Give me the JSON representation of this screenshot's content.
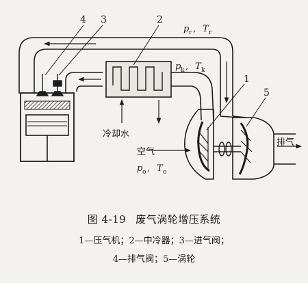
{
  "labels": {
    "num1": "1",
    "num2": "2",
    "num3": "3",
    "num4": "4",
    "num5": "5",
    "pr_var": "p",
    "pr_sub": "r",
    "tr_var": "T",
    "tr_sub": "r",
    "pk_var": "p",
    "pk_sub": "k",
    "tk_var": "T",
    "tk_sub": "k",
    "p0_var": "p",
    "p0_sub": "o",
    "t0_var": "T",
    "t0_sub": "o",
    "comma": ",",
    "cooling_water": "冷却水",
    "air": "空气",
    "exhaust": "排气"
  },
  "caption": {
    "figure_number": "图 4-19",
    "title": "废气涡轮增压系统",
    "legend_line1": "1—压气机；2—中冷器；3—进气阀；",
    "legend_line2": "4—排气阀；5—涡轮"
  }
}
